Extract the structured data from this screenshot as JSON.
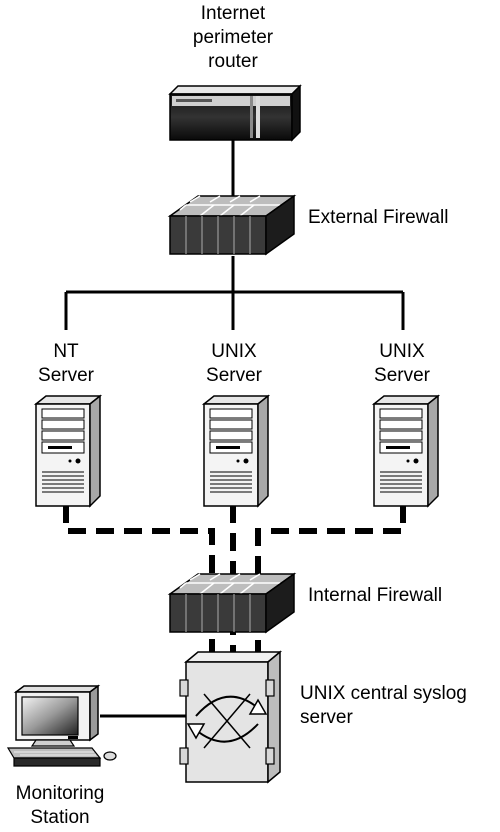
{
  "labels": {
    "router": [
      "Internet",
      "perimeter",
      "router"
    ],
    "external_firewall": "External Firewall",
    "nt_server": [
      "NT",
      "Server"
    ],
    "unix_server_1": [
      "UNIX",
      "Server"
    ],
    "unix_server_2": [
      "UNIX",
      "Server"
    ],
    "internal_firewall": "Internal Firewall",
    "syslog_server": [
      "UNIX central syslog",
      "server"
    ],
    "monitoring_station": [
      "Monitoring",
      "Station"
    ]
  },
  "icons": {
    "router": "router-icon",
    "external_firewall": "firewall-icon",
    "servers": "tower-server-icon",
    "internal_firewall": "firewall-icon",
    "syslog_server": "syslog-server-icon",
    "monitoring_station": "workstation-icon"
  },
  "colors": {
    "solid_link": "#000000",
    "dashed_link": "#000000",
    "device_dark": "#333333",
    "device_light": "#e8e8e8"
  }
}
